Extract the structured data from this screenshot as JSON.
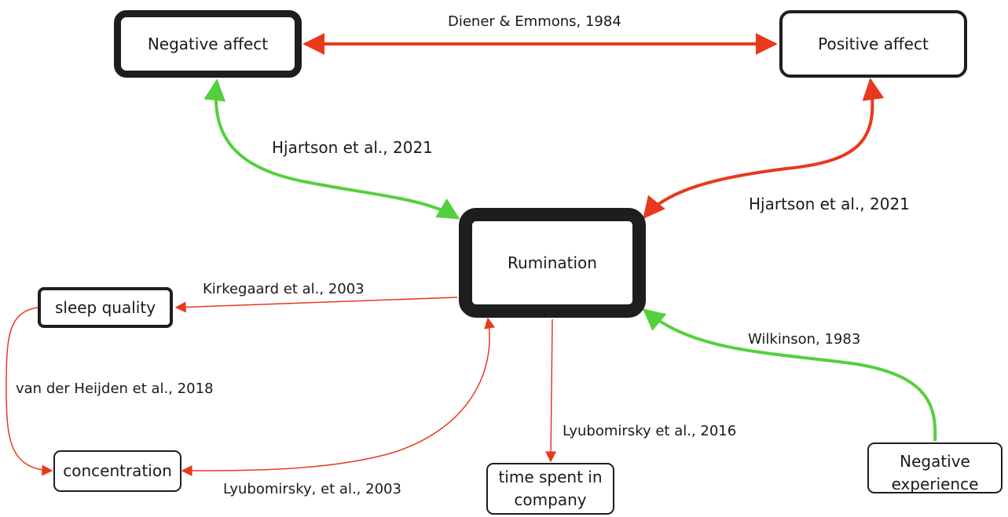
{
  "nodes": {
    "negative_affect": "Negative affect",
    "positive_affect": "Positive affect",
    "rumination": "Rumination",
    "sleep_quality": "sleep quality",
    "concentration": "concentration",
    "time_spent_line1": "time spent in",
    "time_spent_line2": "company",
    "negative_experience_line1": "Negative",
    "negative_experience_line2": "experience"
  },
  "edges": {
    "diener": "Diener & Emmons, 1984",
    "hjartson_neg": "Hjartson et al., 2021",
    "hjartson_pos": "Hjartson et al., 2021",
    "kirkegaard": "Kirkegaard et al., 2003",
    "van_der_heijden": "van der Heijden et al., 2018",
    "lyubomirsky_2003": "Lyubomirsky, et al., 2003",
    "lyubomirsky_2016": "Lyubomirsky et al., 2016",
    "wilkinson": "Wilkinson, 1983"
  },
  "colors": {
    "red": "#e8391e",
    "green": "#55d03c",
    "border": "#1e1e1e"
  }
}
